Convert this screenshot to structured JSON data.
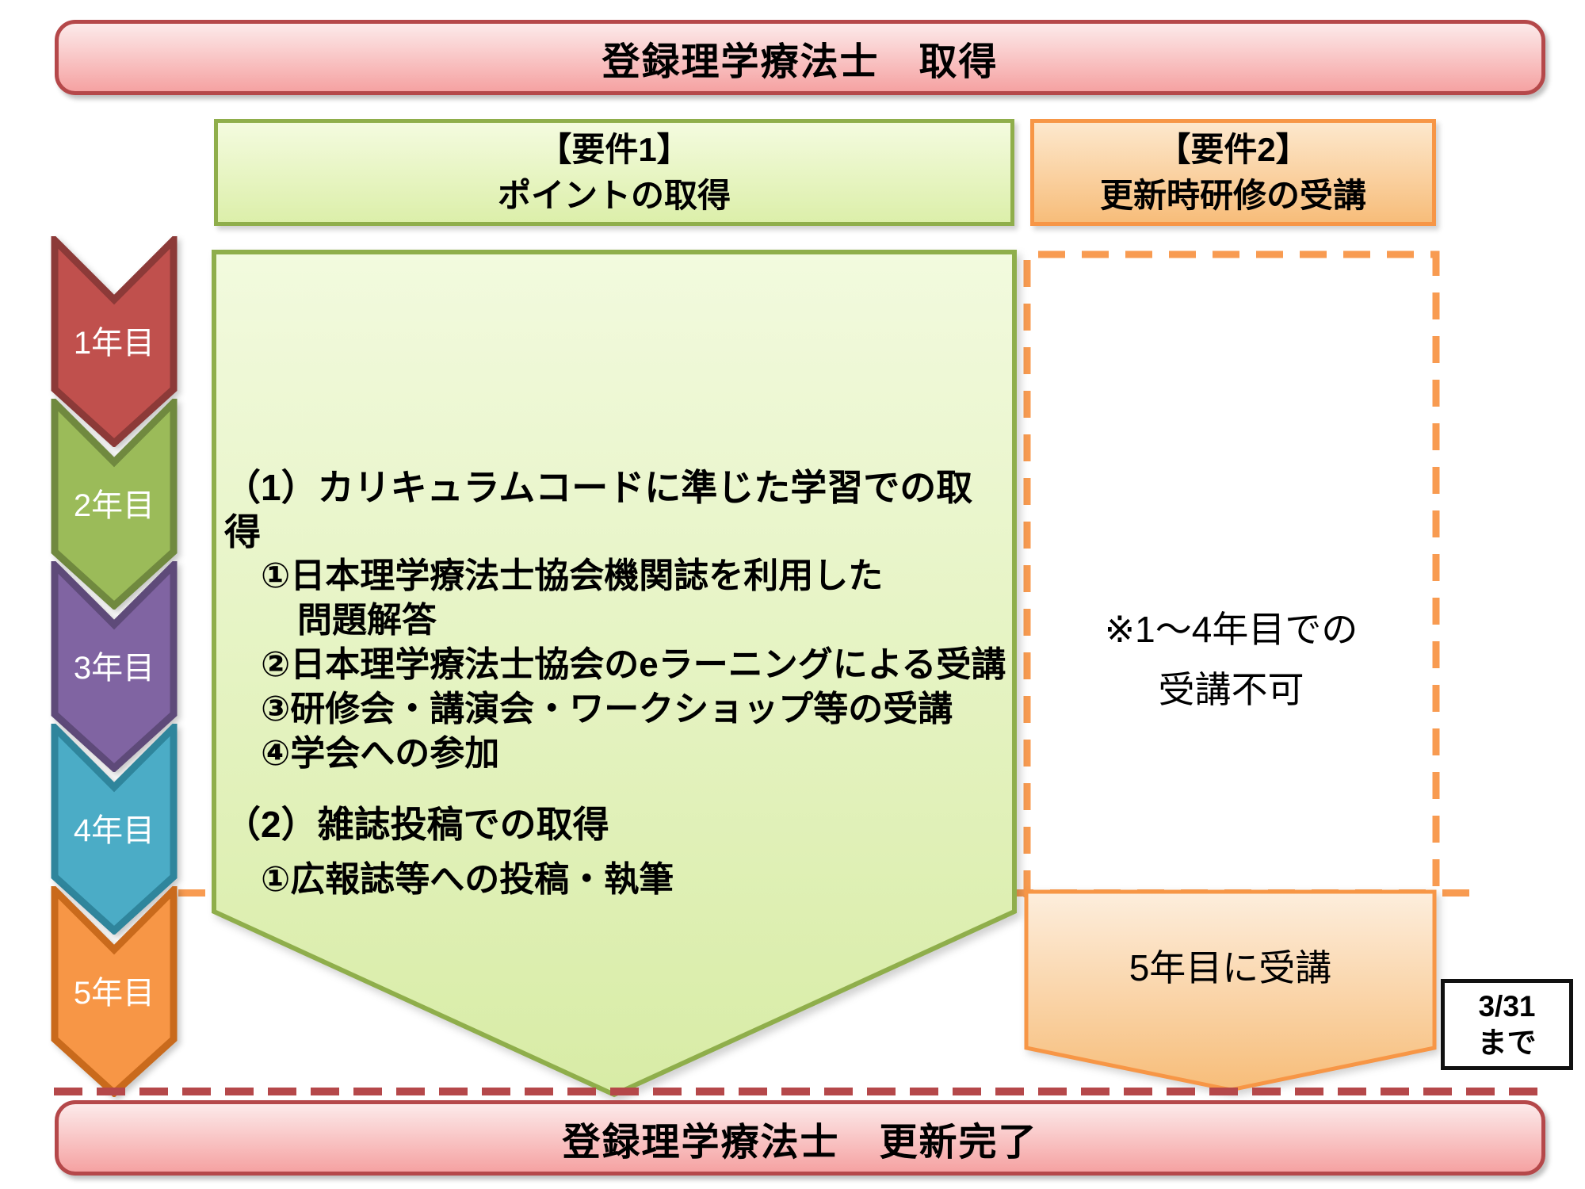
{
  "diagram": {
    "top_banner": "登録理学療法士　取得",
    "bottom_banner": "登録理学療法士　更新完了",
    "requirement1": {
      "heading1": "【要件1】",
      "heading2": "ポイントの取得",
      "lines": [
        "（1）カリキュラムコードに準じた学習での取得",
        "①日本理学療法士協会機関誌を利用した",
        "問題解答",
        "②日本理学療法士協会のeラーニングによる受講",
        "③研修会・講演会・ワークショップ等の受講",
        "④学会への参加",
        "（2）雑誌投稿での取得",
        "①広報誌等への投稿・執筆"
      ]
    },
    "requirement2": {
      "heading1": "【要件2】",
      "heading2": "更新時研修の受講",
      "note1": "※1～4年目での",
      "note2": "受講不可",
      "attend": "5年目に受講"
    },
    "years": [
      {
        "label": "1年目",
        "fill": "#c0504d",
        "stroke": "#8c3a38"
      },
      {
        "label": "2年目",
        "fill": "#9bbb59",
        "stroke": "#70893f"
      },
      {
        "label": "3年目",
        "fill": "#8064a2",
        "stroke": "#5e4a79"
      },
      {
        "label": "4年目",
        "fill": "#4bacc6",
        "stroke": "#2f859c"
      },
      {
        "label": "5年目",
        "fill": "#f79646",
        "stroke": "#c96a1c"
      }
    ],
    "deadline": {
      "line1": "3/31",
      "line2": "まで"
    },
    "colors": {
      "banner_border": "#b5484a",
      "banner_fill_top": "#fceaea",
      "banner_fill_bottom": "#f5a2a2",
      "green_border": "#8fae4b",
      "green_fill_top": "#f4fbdf",
      "green_fill_bottom": "#dcefaa",
      "orange_accent": "#f79646",
      "orange_fill_top": "#fde8cd",
      "orange_fill_bottom": "#f7bd7a",
      "dashed_line_orange": "#f89b51",
      "dashed_line_red": "#b5484a"
    }
  }
}
